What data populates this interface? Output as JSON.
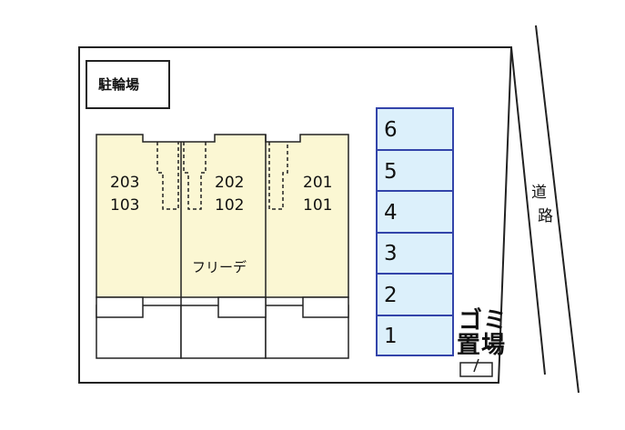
{
  "bicycle_parking": {
    "label": "駐輪場"
  },
  "building": {
    "units": [
      {
        "upper": "203",
        "lower": "103"
      },
      {
        "upper": "202",
        "lower": "102"
      },
      {
        "upper": "201",
        "lower": "101"
      }
    ],
    "free_label": "フリーデ"
  },
  "parking": {
    "slots": [
      "6",
      "5",
      "4",
      "3",
      "2",
      "1"
    ]
  },
  "road": {
    "chars": [
      "道",
      "路"
    ]
  },
  "garbage": {
    "line1": "ゴミ",
    "line2": "置場"
  },
  "colors": {
    "building_fill": "#fbf7d3",
    "parking_fill": "#dcf0fb",
    "parking_border": "#3344aa",
    "line": "#222222"
  }
}
